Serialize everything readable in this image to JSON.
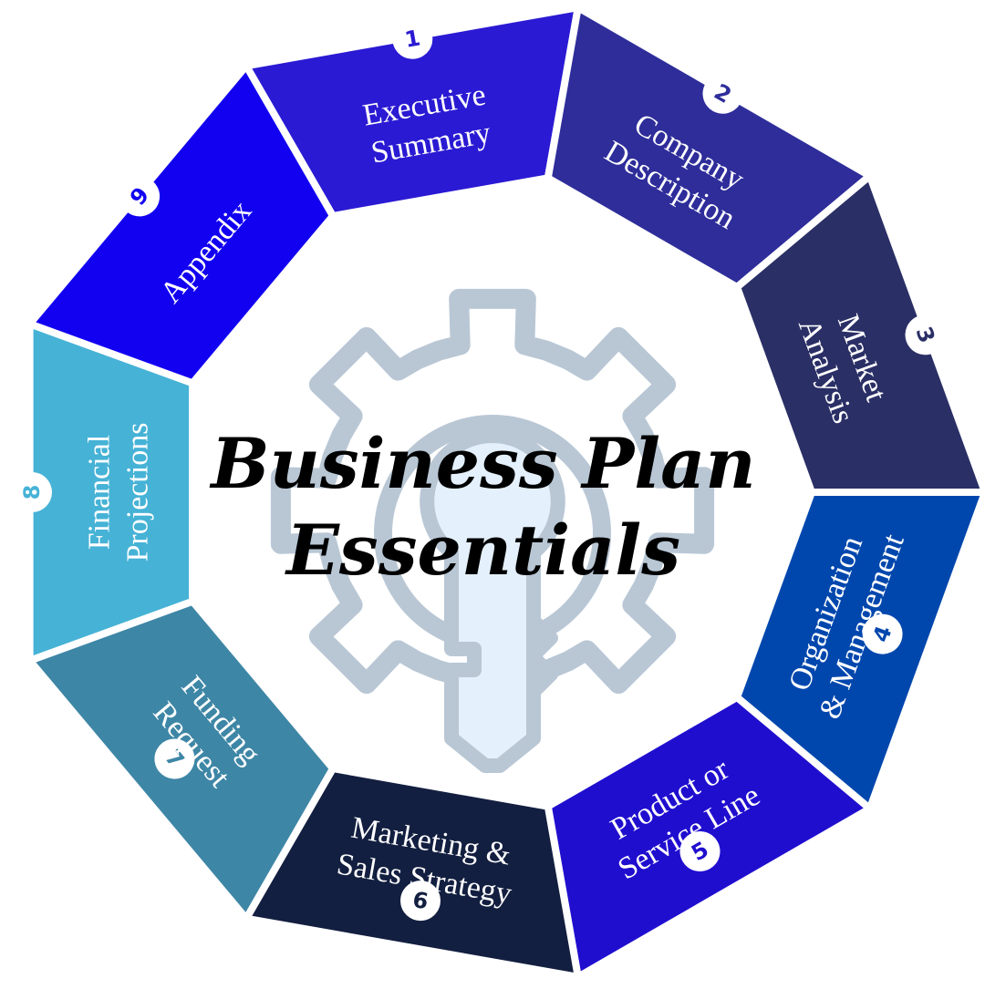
{
  "title": {
    "line1": "Business Plan",
    "line2": "Essentials"
  },
  "center_icon": "gear-with-key-icon",
  "colors": {
    "icon_stroke": "#b9c7d5",
    "key_fill": "#e4f0fb",
    "number_badge_fill": "#ffffff"
  },
  "segments": [
    {
      "number": "1",
      "lines": [
        "Executive",
        "Summary"
      ],
      "color": "#2a1ad3"
    },
    {
      "number": "2",
      "lines": [
        "Company",
        "Description"
      ],
      "color": "#2e2d9a"
    },
    {
      "number": "3",
      "lines": [
        "Market",
        "Analysis"
      ],
      "color": "#2a2f66"
    },
    {
      "number": "4",
      "lines": [
        "Organization",
        "& Management"
      ],
      "color": "#0047ad"
    },
    {
      "number": "5",
      "lines": [
        "Product or",
        "Service Line"
      ],
      "color": "#200ecf"
    },
    {
      "number": "6",
      "lines": [
        "Marketing &",
        "Sales Strategy"
      ],
      "color": "#131f40"
    },
    {
      "number": "7",
      "lines": [
        "Funding",
        "Request"
      ],
      "color": "#3e86a6"
    },
    {
      "number": "8",
      "lines": [
        "Financial",
        "Projections"
      ],
      "color": "#46b2d6"
    },
    {
      "number": "9",
      "lines": [
        "Appendix"
      ],
      "color": "#1200f0"
    }
  ]
}
